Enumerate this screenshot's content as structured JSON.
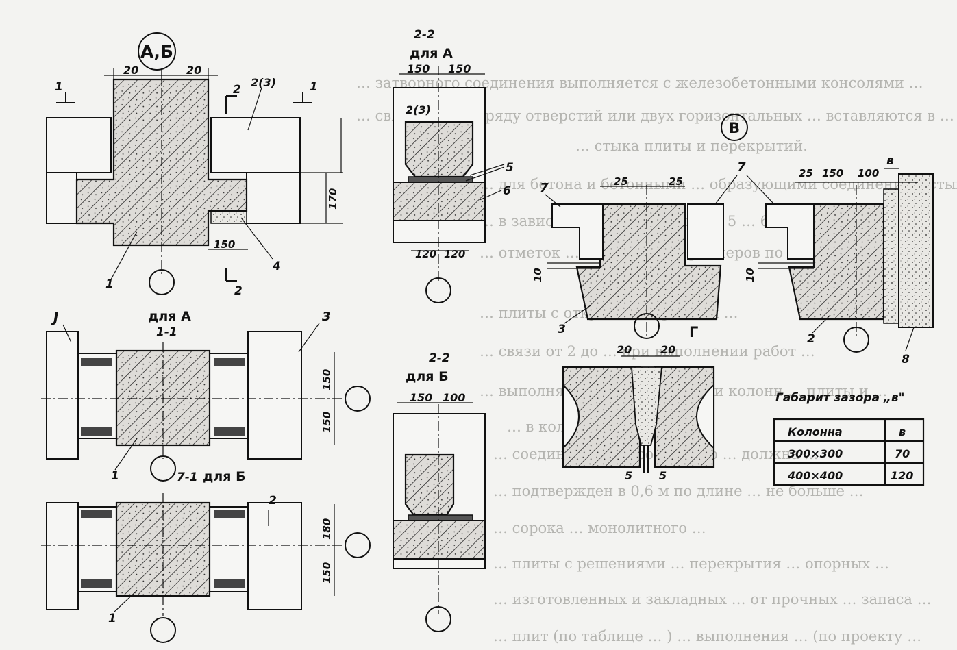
{
  "background_text": {
    "lines": [
      "… затворного соединения выполняется с железобетонными консолями …",
      "… связанной в 1 ряду отверстий или двух горизонтальных … вставляются в …",
      "… стыка плиты и перекрытий.",
      "… для бетона и бетонными … образующими соединение в стыке …",
      "… в зависимости от нагрузки … 5 … 6 … 7 …",
      "… отметок … допускаемых размеров по длине …",
      "… плиты с открытыми гранями …",
      "… связи от 2 до … при выполнении работ …",
      "… выполняемыми в соединении колонн … плиты и …",
      "… в колоннах …",
      "… соединений … прочностью … должна …",
      "… подтвержден в 0,6 м по длине … не больше …",
      "… сорока … монолитного …",
      "… плиты с решениями … перекрытия … опорных …",
      "… изготовленных и закладных … от прочных … запаса …",
      "… плит (по таблице … ) … выполнения … (по проекту …"
    ]
  },
  "labels": {
    "section_ab": "А,Б",
    "section_v": "В",
    "section_g": "Г",
    "cut_2_2": "2-2",
    "cut_1_1": "1-1",
    "for_a": "для  А",
    "for_b": "для  Б",
    "for_b_inline": "для  Б",
    "cut_1_1_alt": "7-1",
    "mark_1": "1",
    "mark_2": "2",
    "mark_2_3": "2(3)",
    "mark_3": "3",
    "mark_3_alt": "J",
    "mark_4": "4",
    "mark_5": "5",
    "mark_6": "6",
    "mark_7": "7",
    "mark_8": "8",
    "mark_v_small": "в",
    "dims": {
      "d20": "20",
      "d25": "25",
      "d150": "150",
      "d100": "100",
      "d120": "120",
      "d170": "170",
      "d10": "10",
      "d180": "180",
      "d5": "5"
    }
  },
  "gap_table": {
    "title": "Габарит зазора „в\"",
    "headers": [
      "Колонна",
      "в"
    ],
    "rows": [
      [
        "300×300",
        "70"
      ],
      [
        "400×400",
        "120"
      ]
    ]
  },
  "colors": {
    "ink": "#111111",
    "paper": "#f3f3f1",
    "background_text": "#b4b4b0"
  }
}
